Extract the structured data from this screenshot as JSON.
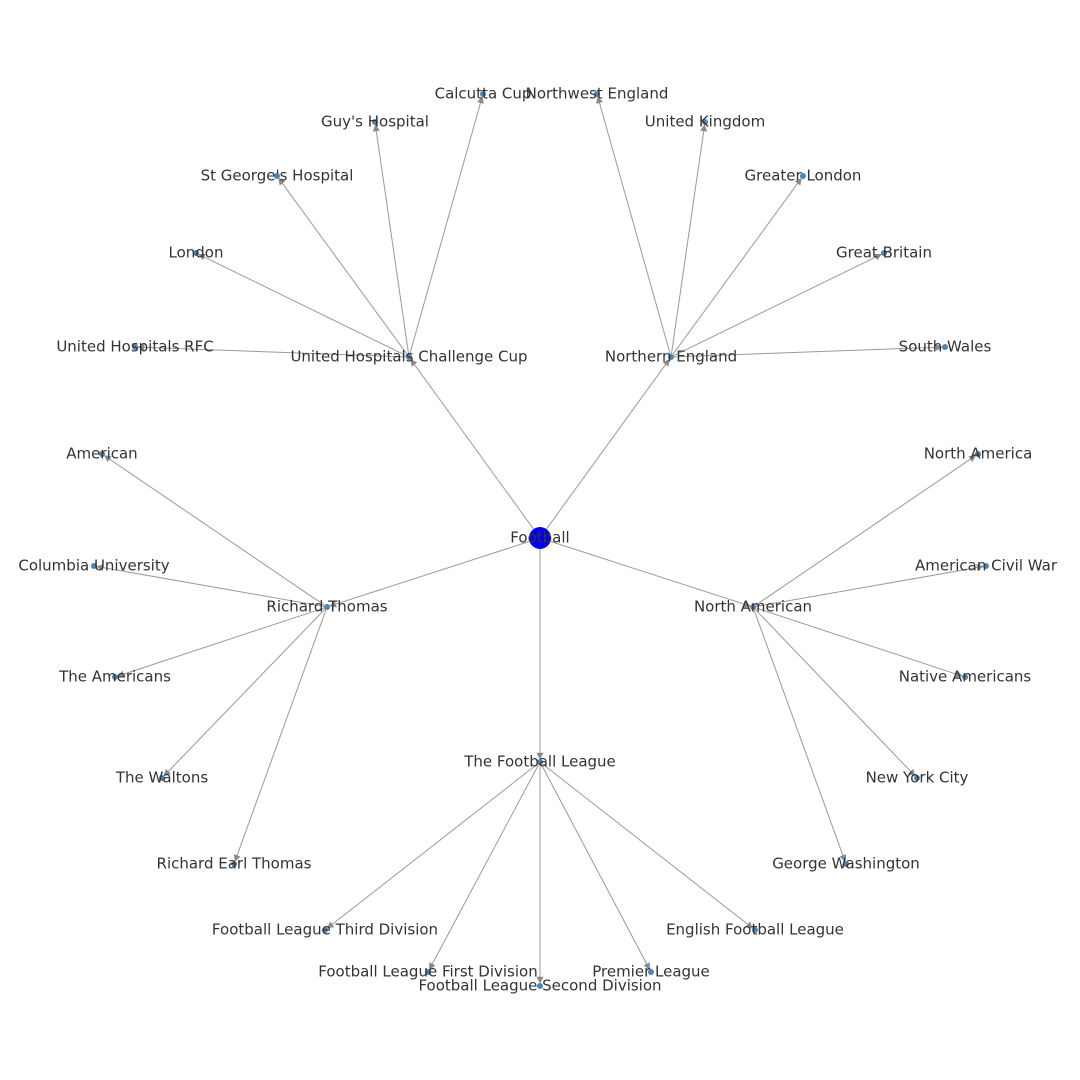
{
  "graph": {
    "root": "Football",
    "colors": {
      "root_node": "#0000ee",
      "node": "#4a86b8",
      "edge": "#9a9a9a",
      "label": "#333333",
      "background": "#ffffff"
    },
    "nodes": [
      {
        "id": "football",
        "label": "Football",
        "root": true
      },
      {
        "id": "uhcc",
        "label": "United Hospitals Challenge Cup"
      },
      {
        "id": "northern-england",
        "label": "Northern England"
      },
      {
        "id": "richard-thomas",
        "label": "Richard Thomas"
      },
      {
        "id": "north-american",
        "label": "North American"
      },
      {
        "id": "the-football-league",
        "label": "The Football League"
      },
      {
        "id": "calcutta-cup",
        "label": "Calcutta Cup"
      },
      {
        "id": "guys-hospital",
        "label": "Guy's Hospital"
      },
      {
        "id": "st-georges-hospital",
        "label": "St George's Hospital"
      },
      {
        "id": "london",
        "label": "London"
      },
      {
        "id": "united-hospitals-rfc",
        "label": "United Hospitals RFC"
      },
      {
        "id": "northwest-england",
        "label": "Northwest England"
      },
      {
        "id": "united-kingdom",
        "label": "United Kingdom"
      },
      {
        "id": "greater-london",
        "label": "Greater London"
      },
      {
        "id": "great-britain",
        "label": "Great Britain"
      },
      {
        "id": "south-wales",
        "label": "South Wales"
      },
      {
        "id": "american",
        "label": "American"
      },
      {
        "id": "columbia-university",
        "label": "Columbia University"
      },
      {
        "id": "the-americans",
        "label": "The Americans"
      },
      {
        "id": "the-waltons",
        "label": "The Waltons"
      },
      {
        "id": "richard-earl-thomas",
        "label": "Richard Earl Thomas"
      },
      {
        "id": "north-america",
        "label": "North America"
      },
      {
        "id": "american-civil-war",
        "label": "American Civil War"
      },
      {
        "id": "native-americans",
        "label": "Native Americans"
      },
      {
        "id": "new-york-city",
        "label": "New York City"
      },
      {
        "id": "george-washington",
        "label": "George Washington"
      },
      {
        "id": "fl-third-division",
        "label": "Football League Third Division"
      },
      {
        "id": "fl-first-division",
        "label": "Football League First Division"
      },
      {
        "id": "fl-second-division",
        "label": "Football League Second Division"
      },
      {
        "id": "premier-league",
        "label": "Premier League"
      },
      {
        "id": "english-football-league",
        "label": "English Football League"
      }
    ],
    "edges": [
      {
        "source": "football",
        "target": "uhcc"
      },
      {
        "source": "football",
        "target": "northern-england"
      },
      {
        "source": "football",
        "target": "richard-thomas"
      },
      {
        "source": "football",
        "target": "north-american"
      },
      {
        "source": "football",
        "target": "the-football-league"
      },
      {
        "source": "uhcc",
        "target": "calcutta-cup"
      },
      {
        "source": "uhcc",
        "target": "guys-hospital"
      },
      {
        "source": "uhcc",
        "target": "st-georges-hospital"
      },
      {
        "source": "uhcc",
        "target": "london"
      },
      {
        "source": "uhcc",
        "target": "united-hospitals-rfc"
      },
      {
        "source": "northern-england",
        "target": "northwest-england"
      },
      {
        "source": "northern-england",
        "target": "united-kingdom"
      },
      {
        "source": "northern-england",
        "target": "greater-london"
      },
      {
        "source": "northern-england",
        "target": "great-britain"
      },
      {
        "source": "northern-england",
        "target": "south-wales"
      },
      {
        "source": "richard-thomas",
        "target": "american"
      },
      {
        "source": "richard-thomas",
        "target": "columbia-university"
      },
      {
        "source": "richard-thomas",
        "target": "the-americans"
      },
      {
        "source": "richard-thomas",
        "target": "the-waltons"
      },
      {
        "source": "richard-thomas",
        "target": "richard-earl-thomas"
      },
      {
        "source": "north-american",
        "target": "north-america"
      },
      {
        "source": "north-american",
        "target": "american-civil-war"
      },
      {
        "source": "north-american",
        "target": "native-americans"
      },
      {
        "source": "north-american",
        "target": "new-york-city"
      },
      {
        "source": "north-american",
        "target": "george-washington"
      },
      {
        "source": "the-football-league",
        "target": "fl-third-division"
      },
      {
        "source": "the-football-league",
        "target": "fl-first-division"
      },
      {
        "source": "the-football-league",
        "target": "fl-second-division"
      },
      {
        "source": "the-football-league",
        "target": "premier-league"
      },
      {
        "source": "the-football-league",
        "target": "english-football-league"
      }
    ]
  }
}
